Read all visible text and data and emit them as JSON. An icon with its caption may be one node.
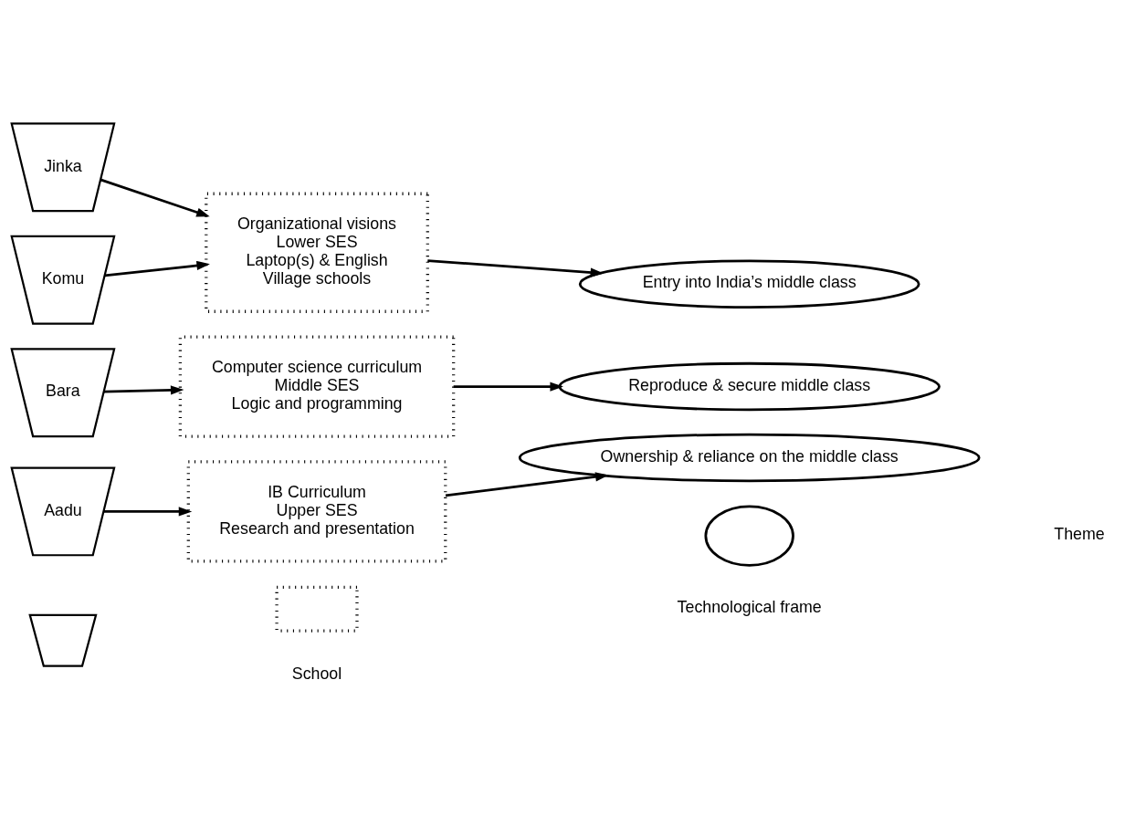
{
  "diagram": {
    "nodes": [
      {
        "text": [
          "Jinka"
        ]
      },
      {
        "text": [
          "Organizational visions",
          "Lower SES",
          "Laptop(s) & English",
          "Village schools"
        ]
      },
      {
        "text": [
          "Entry into India’s middle class"
        ]
      },
      {
        "text": [
          "Komu"
        ]
      },
      {
        "text": [
          "Bara"
        ]
      },
      {
        "text": [
          "Computer science curriculum",
          "Middle SES",
          "Logic and programming"
        ]
      },
      {
        "text": [
          "Reproduce & secure middle class"
        ]
      },
      {
        "text": [
          "Aadu"
        ]
      },
      {
        "text": [
          "IB Curriculum",
          "Upper SES",
          "Research and presentation"
        ]
      },
      {
        "text": [
          "Ownership & reliance on the middle class"
        ]
      },
      {
        "text": [],
        "shape": "trapezium"
      },
      {
        "text": [],
        "shape": "box"
      },
      {
        "text": [],
        "shape": "ellipse"
      }
    ],
    "edges": [
      {
        "from": 0,
        "to": 1,
        "arrow": "to"
      },
      {
        "from": 3,
        "to": 1,
        "arrow": "to"
      },
      {
        "from": 1,
        "to": 2,
        "arrow": "to"
      },
      {
        "from": 4,
        "to": 5,
        "arrow": "to"
      },
      {
        "from": 5,
        "to": 6,
        "arrow": "to"
      },
      {
        "from": 7,
        "to": 8,
        "arrow": "to"
      },
      {
        "from": 8,
        "to": 9,
        "arrow": "to"
      }
    ],
    "legend": [
      {
        "text": "School"
      },
      {
        "text": "Technological frame"
      },
      {
        "text": "Theme"
      }
    ]
  }
}
